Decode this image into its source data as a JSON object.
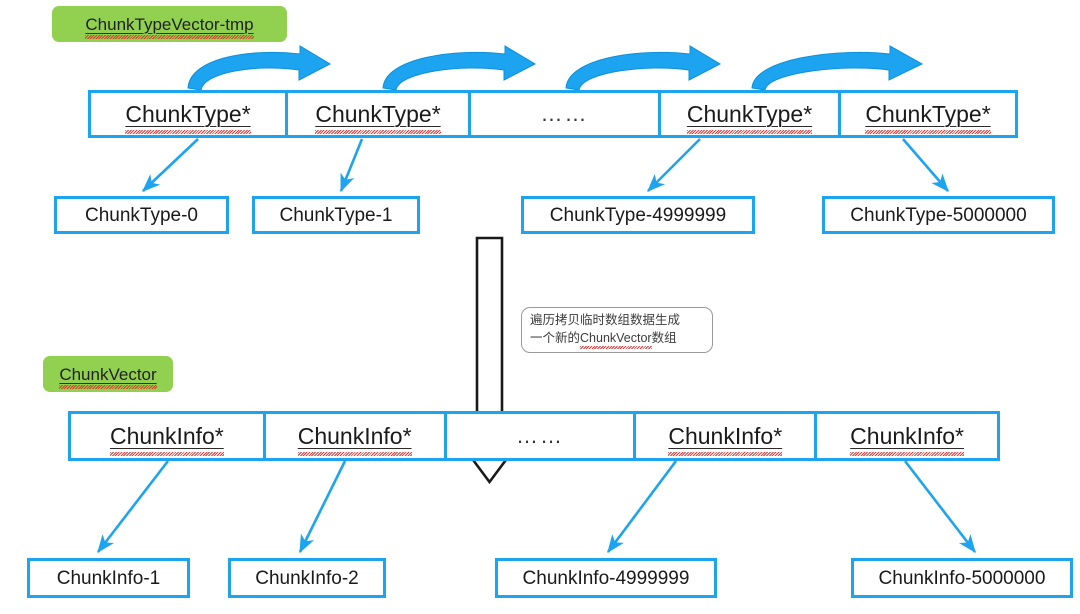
{
  "diagram": {
    "title_top": "ChunkTypeVector-tmp",
    "title_bottom": "ChunkVector",
    "ellipsis": "……",
    "top_array": {
      "label": "ChunkTypeVector-tmp",
      "cells": [
        {
          "text": "ChunkType*",
          "spellchecked": true
        },
        {
          "text": "ChunkType*",
          "spellchecked": true
        },
        {
          "text": "……",
          "spellchecked": false
        },
        {
          "text": "ChunkType*",
          "spellchecked": true
        },
        {
          "text": "ChunkType*",
          "spellchecked": true
        }
      ],
      "leaves": [
        "ChunkType-0",
        "ChunkType-1",
        "ChunkType-4999999",
        "ChunkType-5000000"
      ]
    },
    "bottom_array": {
      "label": "ChunkVector",
      "cells": [
        {
          "text": "ChunkInfo*",
          "spellchecked": true
        },
        {
          "text": "ChunkInfo*",
          "spellchecked": true
        },
        {
          "text": "……",
          "spellchecked": false
        },
        {
          "text": "ChunkInfo*",
          "spellchecked": true
        },
        {
          "text": "ChunkInfo*",
          "spellchecked": true
        }
      ],
      "leaves": [
        "ChunkInfo-1",
        "ChunkInfo-2",
        "ChunkInfo-4999999",
        "ChunkInfo-5000000"
      ]
    },
    "note": {
      "line1": "遍历拷贝临时数组数据生成",
      "line2_prefix": "一个新的",
      "line2_highlight": "ChunkVector",
      "line2_suffix": "数组"
    },
    "colors": {
      "accent_blue": "#1CA4F0",
      "highlight_green": "#92D050",
      "spell_red": "#e33a3a",
      "arrow_black": "#1a1a1a",
      "note_border": "#9a9a9a"
    }
  }
}
